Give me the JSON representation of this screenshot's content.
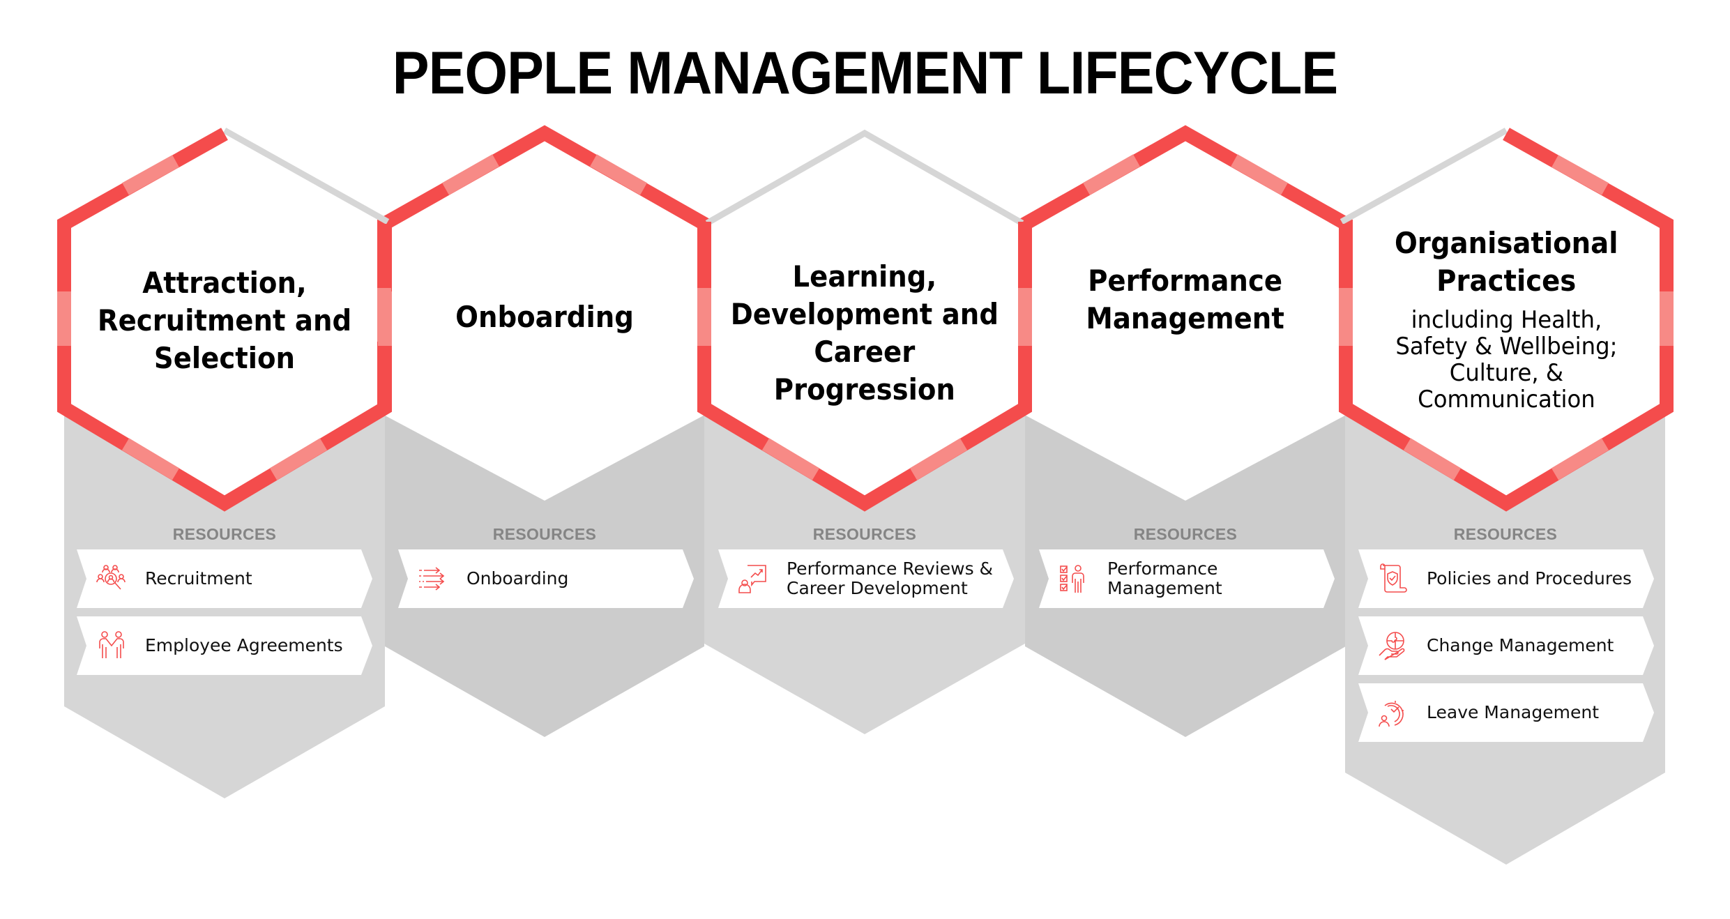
{
  "title": "PEOPLE MANAGEMENT LIFECYCLE",
  "colors": {
    "accent_red": "#f44c4c",
    "accent_light_red": "#f78a86",
    "outline_gray": "#d6d6d6",
    "panel_light": "#d6d6d6",
    "panel_dark": "#cccccc",
    "resources_label": "#858585"
  },
  "stages": [
    {
      "title": "Attraction,\nRecruitment and\nSelection",
      "resources_label": "RESOURCES",
      "resources": [
        {
          "label": "Recruitment",
          "icon": "people-search-icon"
        },
        {
          "label": "Employee Agreements",
          "icon": "handshake-people-icon"
        }
      ]
    },
    {
      "title": "Onboarding",
      "resources_label": "RESOURCES",
      "resources": [
        {
          "label": "Onboarding",
          "icon": "arrows-forward-icon"
        }
      ]
    },
    {
      "title": "Learning,\nDevelopment and\nCareer\nProgression",
      "resources_label": "RESOURCES",
      "resources": [
        {
          "label": "Performance Reviews &\nCareer Development",
          "icon": "presentation-growth-icon"
        }
      ]
    },
    {
      "title": "Performance\nManagement",
      "resources_label": "RESOURCES",
      "resources": [
        {
          "label": "Performance\nManagement",
          "icon": "checklist-person-icon"
        }
      ]
    },
    {
      "title": "Organisational\nPractices",
      "subtitle": "including Health,\nSafety & Wellbeing;\nCulture, &\nCommunication",
      "resources_label": "RESOURCES",
      "resources": [
        {
          "label": "Policies and Procedures",
          "icon": "policy-scroll-shield-icon"
        },
        {
          "label": "Change Management",
          "icon": "puzzle-hand-icon"
        },
        {
          "label": "Leave Management",
          "icon": "clock-person-icon"
        }
      ]
    }
  ]
}
